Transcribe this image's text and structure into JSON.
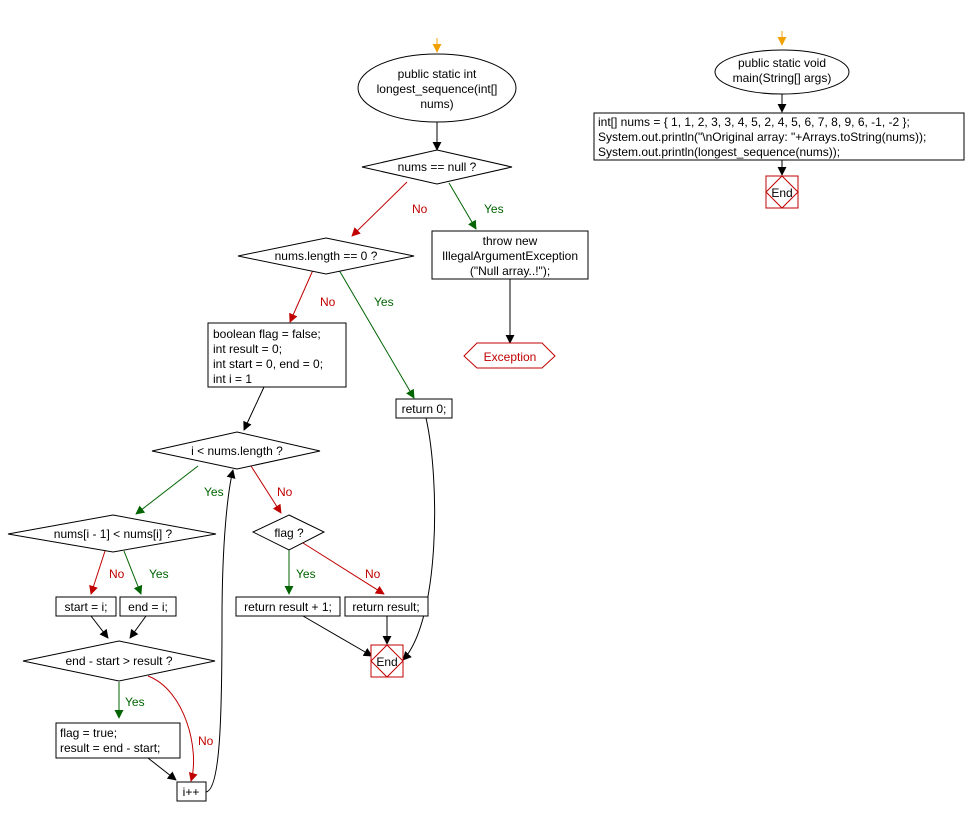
{
  "flowchart": {
    "yes_label": "Yes",
    "no_label": "No",
    "longest_sequence": {
      "signature": [
        "public static int",
        "longest_sequence(int[]",
        "nums)"
      ],
      "check_null": "nums == null ?",
      "throw": [
        "throw new",
        "IllegalArgumentException",
        "(\"Null array..!\");"
      ],
      "exception": "Exception",
      "check_length": "nums.length == 0 ?",
      "return_zero": "return 0;",
      "init": [
        "boolean flag = false;",
        "int result = 0;",
        "int start = 0, end = 0;",
        "int i = 1"
      ],
      "loop_cond": "i < nums.length ?",
      "compare": "nums[i - 1] < nums[i] ?",
      "set_start": "start = i;",
      "set_end": "end = i;",
      "diff_check": "end - start > result ?",
      "update": [
        "flag = true;",
        "result = end - start;"
      ],
      "increment": "i++",
      "flag_check": "flag ?",
      "return_plus_one": "return result + 1;",
      "return_result": "return result;",
      "end": "End"
    },
    "main": {
      "signature": [
        "public static void",
        "main(String[] args)"
      ],
      "body": [
        "int[] nums = { 1, 1, 2, 3, 3, 4, 5, 2, 4, 5, 6, 7, 8, 9, 6, -1, -2 };",
        "System.out.println(\"\\nOriginal array: \"+Arrays.toString(nums));",
        "System.out.println(longest_sequence(nums));"
      ],
      "end": "End"
    }
  }
}
